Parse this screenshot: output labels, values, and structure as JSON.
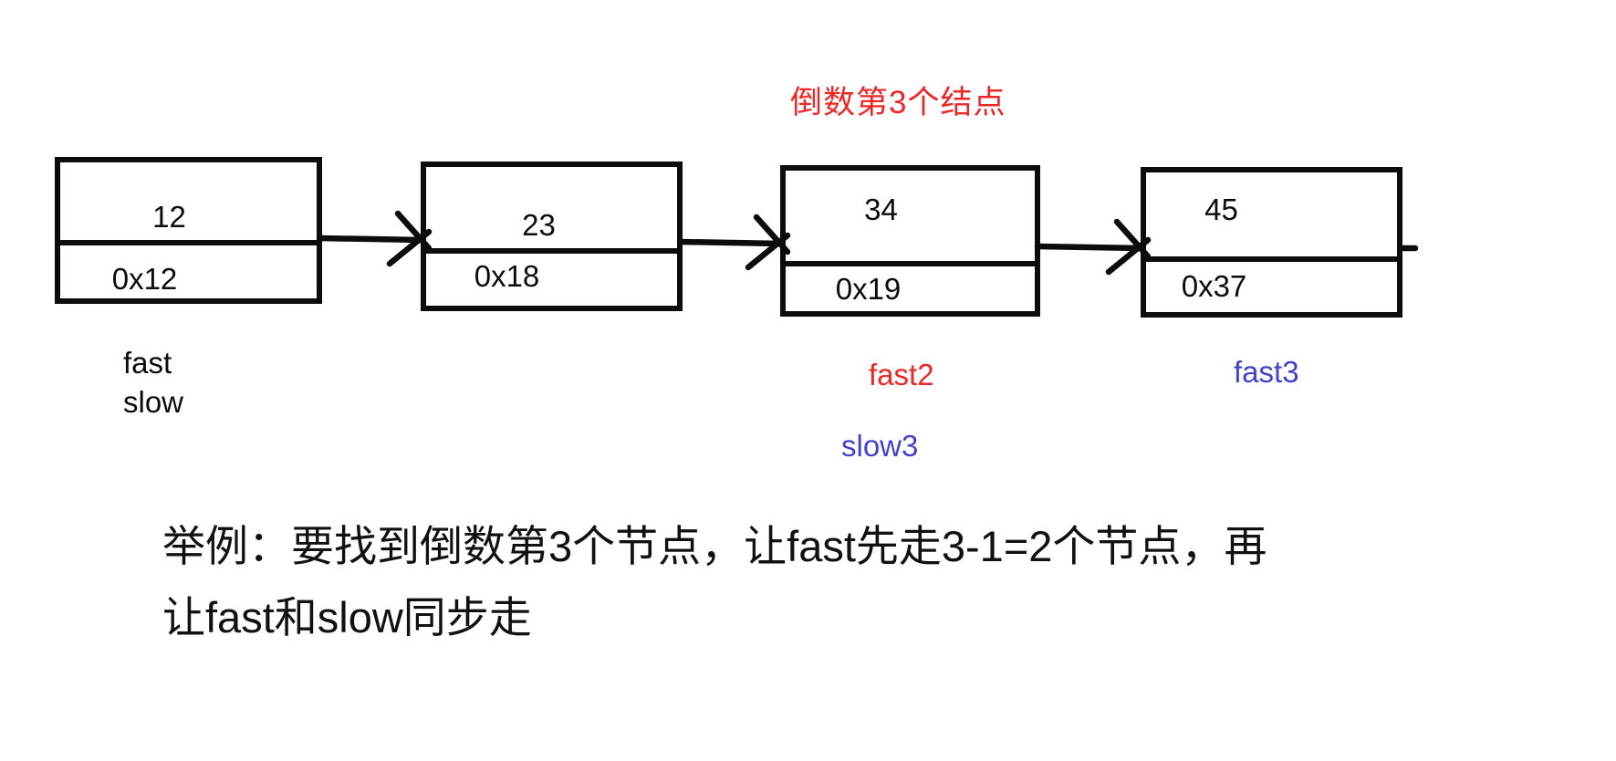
{
  "colors": {
    "red": "#ed2626",
    "blue": "#4042ca",
    "ink": "#0c0c0c"
  },
  "title": "倒数第3个结点",
  "list": {
    "nodes": [
      {
        "value": "12",
        "addr": "0x12"
      },
      {
        "value": "23",
        "addr": "0x18"
      },
      {
        "value": "34",
        "addr": "0x19"
      },
      {
        "value": "45",
        "addr": "0x37"
      }
    ]
  },
  "labels": {
    "node1": [
      "fast",
      "slow"
    ],
    "node3_fast": "fast2",
    "node4_fast": "fast3",
    "node3_slow": "slow3"
  },
  "caption": {
    "line1": "举例：要找到倒数第3个节点，让fast先走3-1=2个节点，再",
    "line2": "让fast和slow同步走"
  }
}
